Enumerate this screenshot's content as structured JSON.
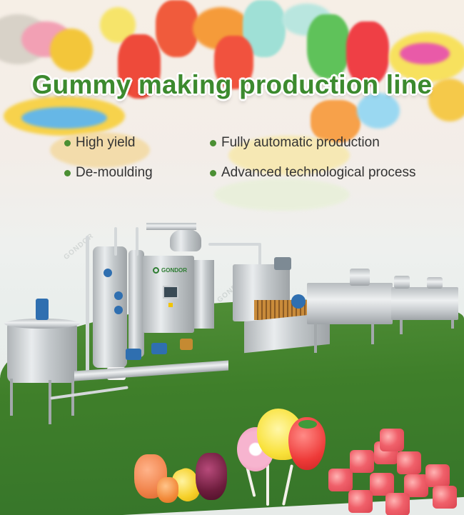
{
  "banner": {
    "title": "Gummy making production line",
    "features": [
      "High yield",
      "Fully automatic production",
      "De-moulding",
      "Advanced technological process"
    ],
    "machine_logo": "GONDOR",
    "watermark": "GONDOR"
  },
  "colors": {
    "title_green": "#3c8a2e",
    "bullet_green": "#4b8f33",
    "ground_green": "#3f7f2a"
  }
}
